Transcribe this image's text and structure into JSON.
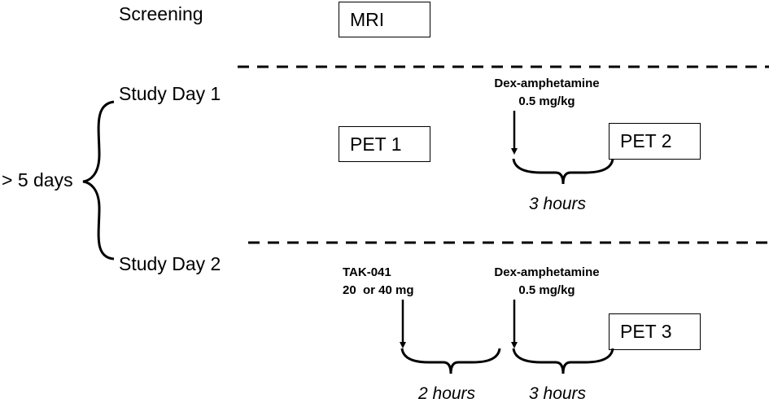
{
  "stages": {
    "screening": "Screening",
    "day1": "Study Day 1",
    "day2": "Study Day 2",
    "gap": "> 5 days"
  },
  "boxes": {
    "mri": "MRI",
    "pet1": "PET 1",
    "pet2": "PET 2",
    "pet3": "PET 3"
  },
  "drugs": {
    "dex1_name": "Dex-amphetamine",
    "dex1_dose": "0.5 mg/kg",
    "tak_name": "TAK-041",
    "tak_dose": "20  or 40 mg",
    "dex2_name": "Dex-amphetamine",
    "dex2_dose": "0.5 mg/kg"
  },
  "durations": {
    "day1_dex_to_pet2": "3 hours",
    "day2_tak_to_dex": "2 hours",
    "day2_dex_to_pet3": "3 hours"
  }
}
